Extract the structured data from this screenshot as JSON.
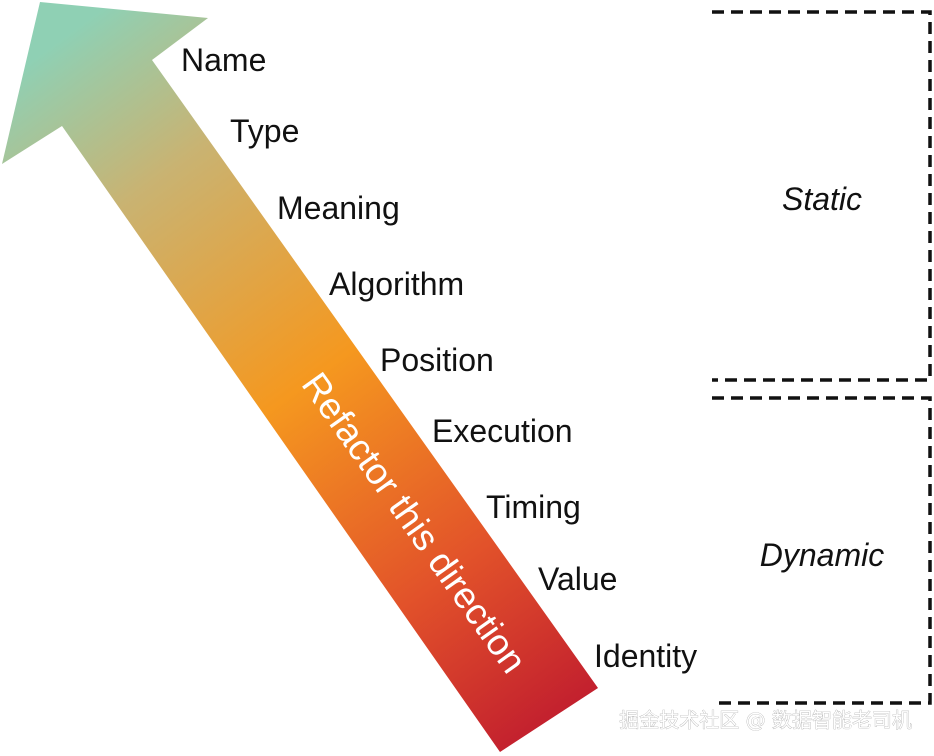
{
  "arrow": {
    "label": "Refactor this direction",
    "gradient": [
      "#8fd0b4",
      "#f5981f",
      "#c21f2e"
    ]
  },
  "levels": [
    "Name",
    "Type",
    "Meaning",
    "Algorithm",
    "Position",
    "Execution",
    "Timing",
    "Value",
    "Identity"
  ],
  "groups": {
    "static": "Static",
    "dynamic": "Dynamic"
  },
  "watermark": "掘金技术社区 @ 数据智能老司机"
}
